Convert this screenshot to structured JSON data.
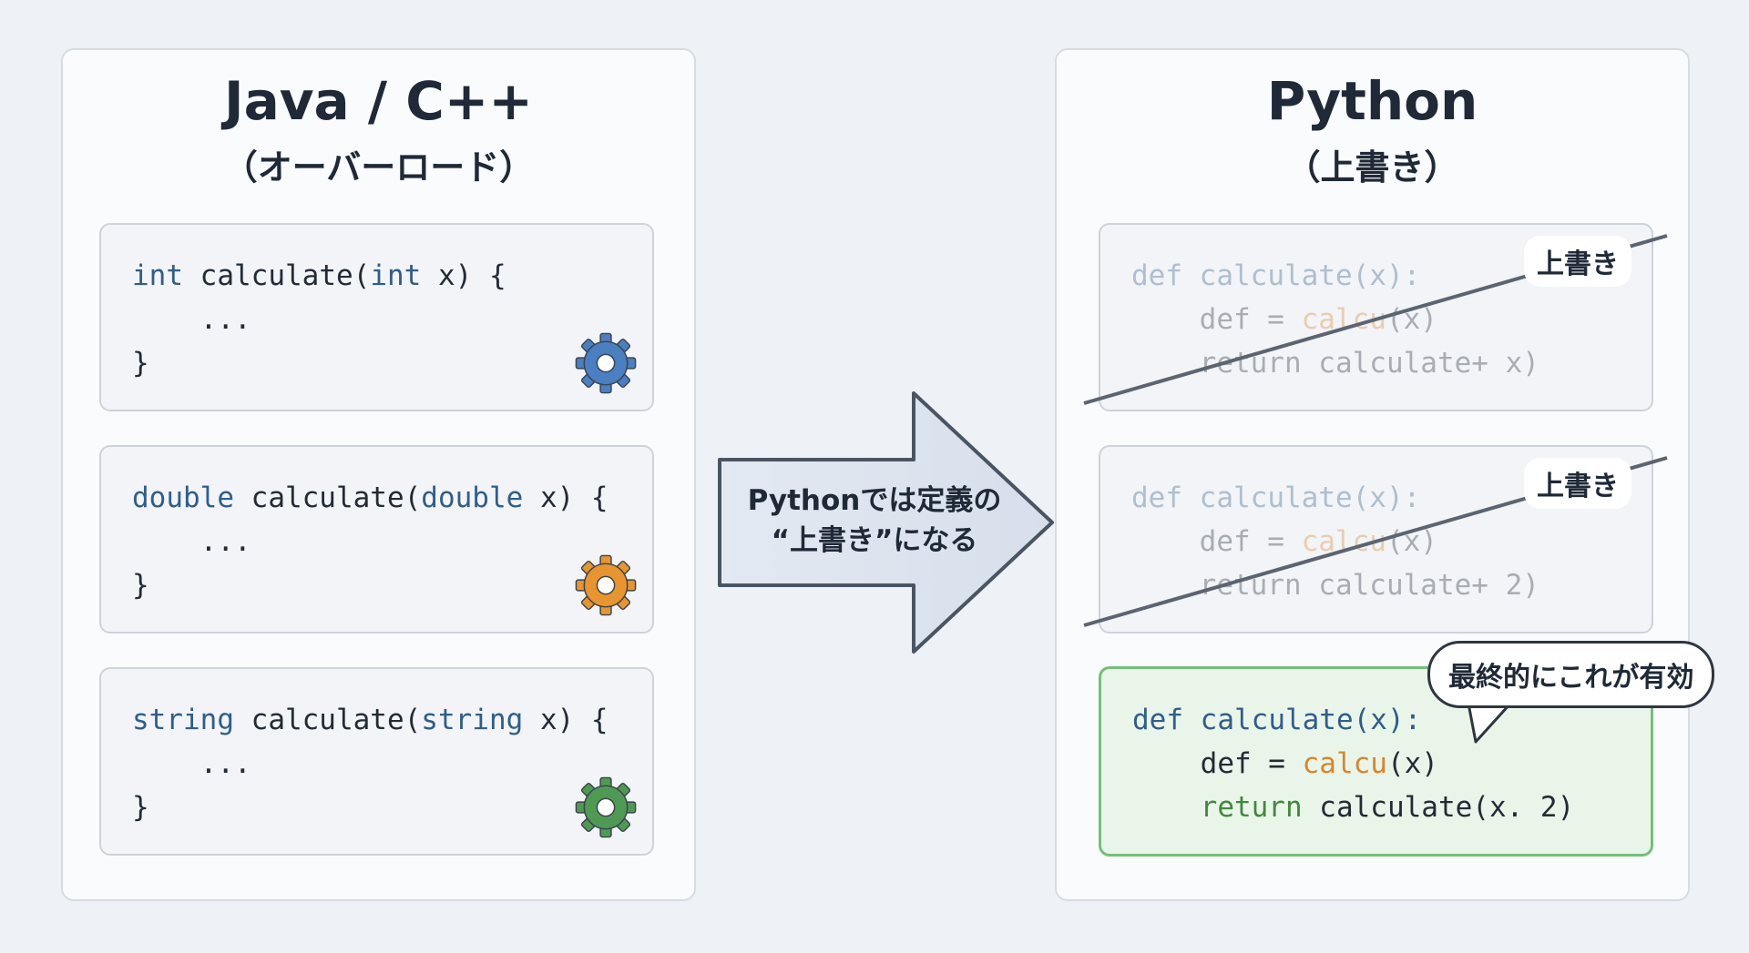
{
  "left": {
    "title": "Java / C++",
    "subtitle": "（オーバーロード）",
    "boxes": [
      {
        "type": "int",
        "name": "calculate(",
        "param_type": "int",
        "param": " x) {",
        "body": "...",
        "close": "}",
        "gear_color": "#4a7fc1"
      },
      {
        "type": "double",
        "name": "calculate(",
        "param_type": "double",
        "param": " x) {",
        "body": "...",
        "close": "}",
        "gear_color": "#e8952e"
      },
      {
        "type": "string",
        "name": "calculate(",
        "param_type": "string",
        "param": " x) {",
        "body": "...",
        "close": "}",
        "gear_color": "#4f9a52"
      }
    ]
  },
  "arrow": {
    "line1": "Pythonでは定義の",
    "line2": "“上書き”になる"
  },
  "right": {
    "title": "Python",
    "subtitle": "（上書き）",
    "overwritten": [
      {
        "def": "def",
        "sig": " calculate(x):",
        "l2a": "def = ",
        "l2b": "calcu",
        "l2c": "(x)",
        "l3": "return calculate+ x)",
        "tag": "上書き"
      },
      {
        "def": "def",
        "sig": " calculate(x):",
        "l2a": "def = ",
        "l2b": "calcu",
        "l2c": "(x)",
        "l3": "return calculate+ 2)",
        "tag": "上書き"
      }
    ],
    "active": {
      "def": "def",
      "sig": " calculate(x):",
      "l2a": "def = ",
      "l2b": "calcu",
      "l2c": "(x)",
      "l3a": "return",
      "l3b": " calculate(x. 2)",
      "bubble": "最終的にこれが有効"
    }
  },
  "colors": {
    "keyword": "#2f5e8a",
    "return": "#3f8a3a",
    "orange": "#d9862a",
    "active_border": "#73c07a"
  }
}
